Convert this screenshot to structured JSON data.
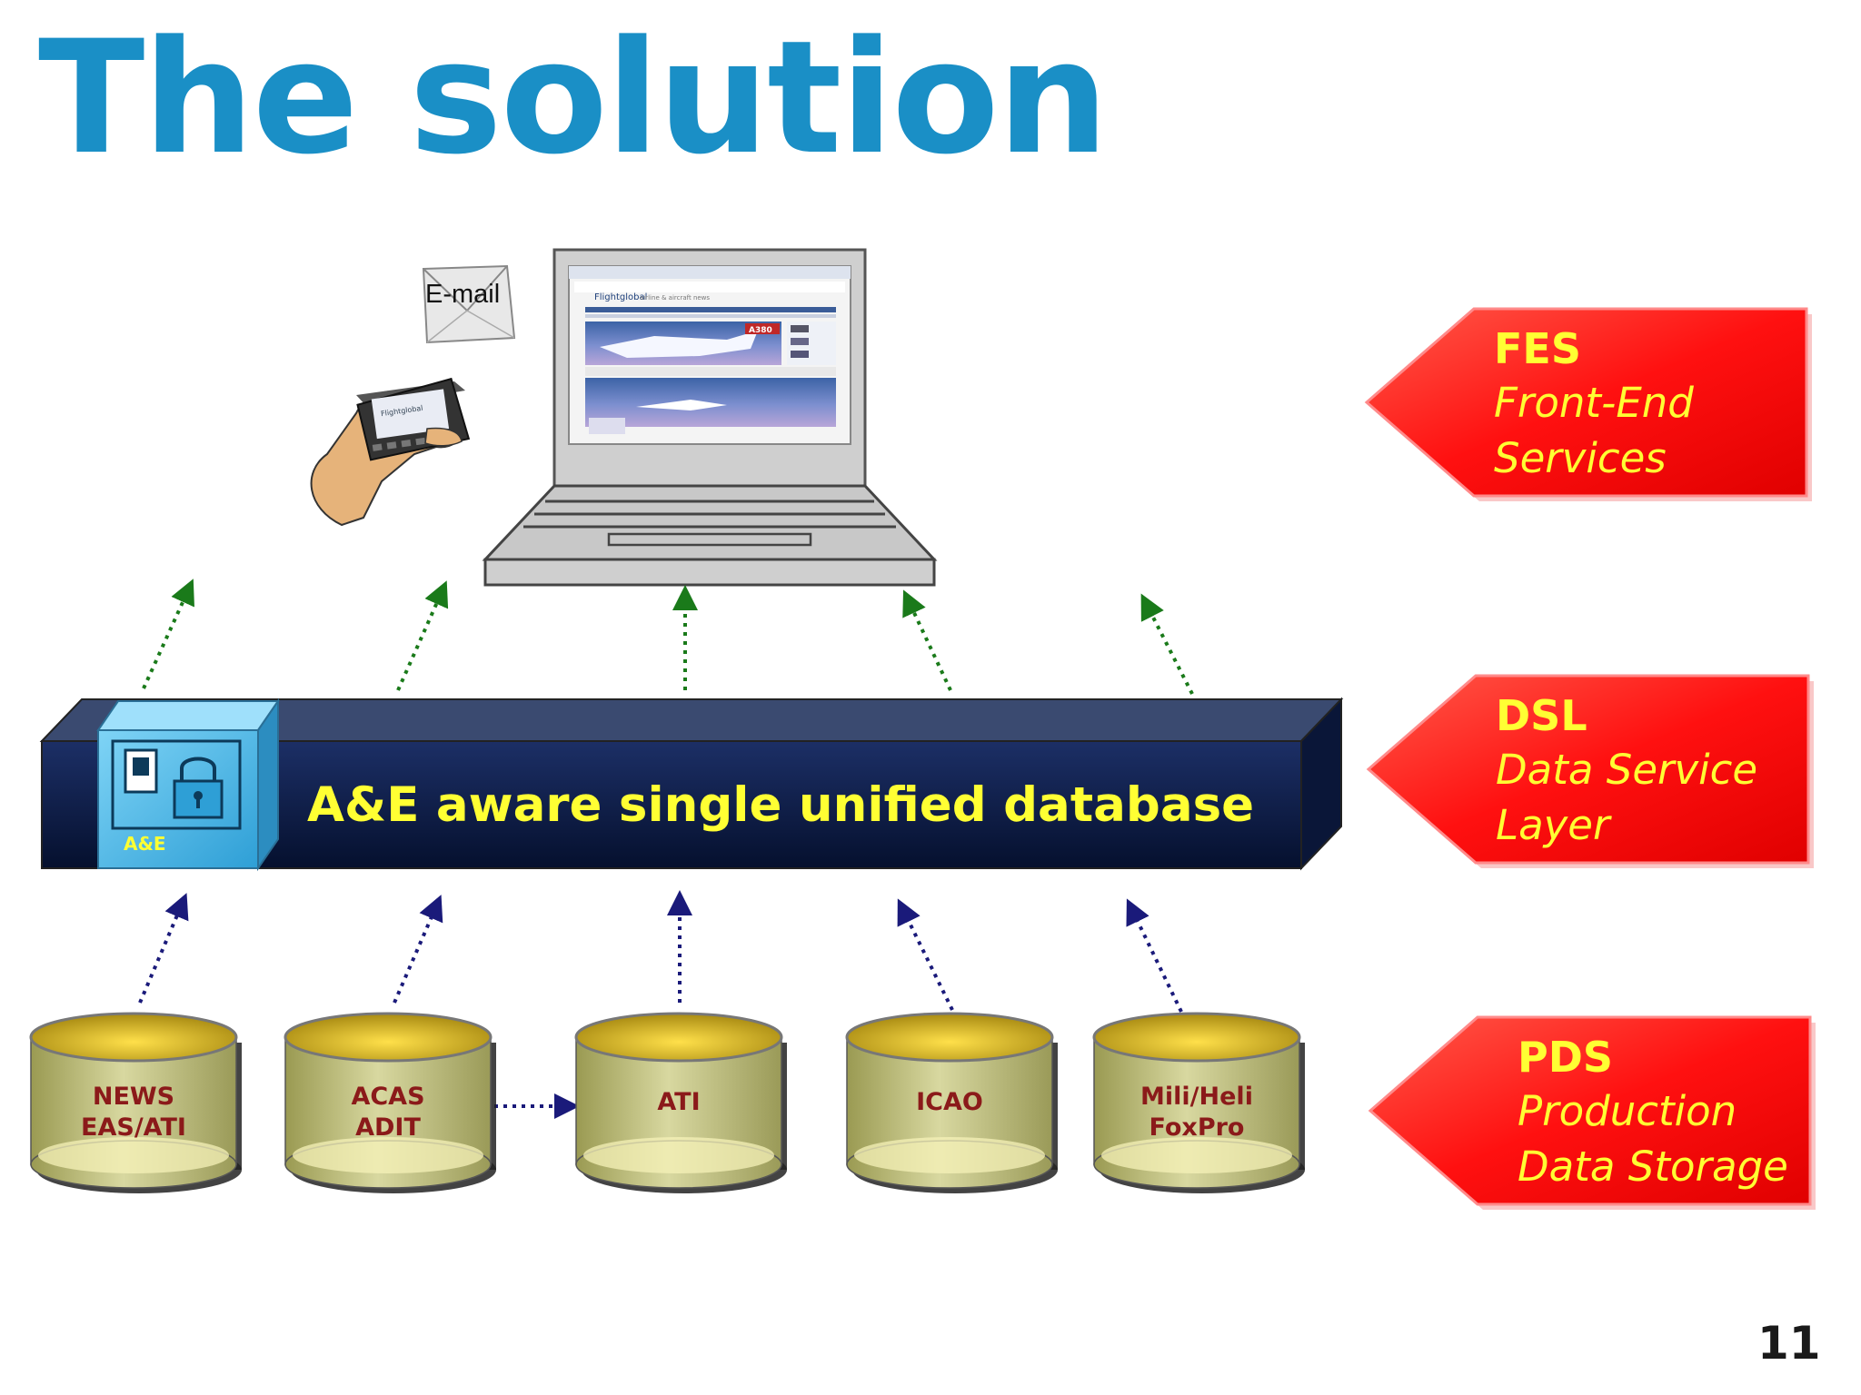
{
  "slide": {
    "title": "The solution",
    "page_number": "11",
    "colors": {
      "title": "#1a8fc6",
      "band": "#0e1f4a",
      "band_text": "#ffff33",
      "callout": "#ff1a1a",
      "callout_text": "#ffff33",
      "arrow_up": "#1a7a1a",
      "arrow_down": "#1a1a7a",
      "db_label": "#8b1a1a"
    }
  },
  "devices": {
    "email_label": "E-mail",
    "pda_brand": "Flightglobal",
    "laptop_brand": "Flightglobal",
    "laptop_badge": "A380",
    "laptop_subtitle": "airline & aircraft news"
  },
  "database": {
    "label": "A&E aware single unified database",
    "security_box_label": "A&E"
  },
  "sources": [
    {
      "line1": "NEWS",
      "line2": "EAS/ATI"
    },
    {
      "line1": "ACAS",
      "line2": "ADIT"
    },
    {
      "line1": "ATI",
      "line2": ""
    },
    {
      "line1": "ICAO",
      "line2": ""
    },
    {
      "line1": "Mili/Heli",
      "line2": "FoxPro"
    }
  ],
  "layers": [
    {
      "abbr": "FES",
      "line1": "Front-End",
      "line2": "Services"
    },
    {
      "abbr": "DSL",
      "line1": "Data Service",
      "line2": "Layer"
    },
    {
      "abbr": "PDS",
      "line1": "Production",
      "line2": "Data Storage"
    }
  ]
}
